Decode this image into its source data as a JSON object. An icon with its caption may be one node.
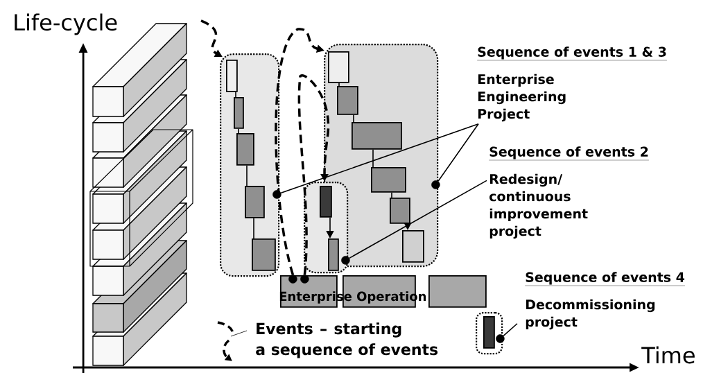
{
  "diagram": {
    "nodes": [
      {
        "text": [
          "Sequence of events 1 & 3",
          "Enterprise Engineering Project"
        ]
      },
      {
        "text": [
          "Sequence of events 2",
          "Redesign/ continuous improvement project"
        ]
      },
      {
        "text": [
          "Sequence of events 4",
          "Decommissioning project"
        ]
      },
      {
        "text": [],
        "shape": "box"
      },
      {
        "text": [],
        "shape": "box"
      },
      {
        "text": [],
        "shape": "box"
      },
      {
        "text": [],
        "shape": "box"
      },
      {
        "text": [],
        "shape": "box"
      },
      {
        "text": [],
        "shape": "box"
      },
      {
        "text": [],
        "shape": "box"
      },
      {
        "text": [],
        "shape": "box",
        "in": 3
      },
      {
        "text": [],
        "shape": "box",
        "in": 3
      },
      {
        "text": [],
        "shape": "box",
        "in": 3
      },
      {
        "text": [],
        "shape": "box",
        "in": 3
      },
      {
        "text": [],
        "shape": "box",
        "in": 3
      },
      {
        "text": [],
        "shape": "box",
        "in": 4
      },
      {
        "text": [],
        "shape": "box",
        "in": 4
      },
      {
        "text": [],
        "shape": "box",
        "in": 4
      },
      {
        "text": [],
        "shape": "box",
        "in": 4
      },
      {
        "text": [],
        "shape": "box",
        "in": 4
      },
      {
        "text": [],
        "shape": "box",
        "in": 4
      },
      {
        "text": [],
        "shape": "box",
        "in": 5
      },
      {
        "text": [],
        "shape": "box",
        "in": 5
      },
      {
        "text": [],
        "shape": "box",
        "in": 6
      },
      {
        "text": [],
        "shape": "circle",
        "in": 7
      },
      {
        "text": [],
        "shape": "circle",
        "in": 7
      },
      {
        "text": [],
        "shape": "circle"
      },
      {
        "text": [],
        "shape": "circle",
        "in": 4
      },
      {
        "text": [],
        "shape": "circle"
      },
      {
        "text": [],
        "shape": "circle"
      }
    ],
    "edges": [
      {
        "from": null,
        "to": 3,
        "arrow": "to",
        "style": "dashed"
      },
      {
        "from": 24,
        "to": 4,
        "arrow": "to",
        "style": "dashed"
      },
      {
        "from": 25,
        "to": 5,
        "arrow": "to",
        "style": "dashed"
      },
      {
        "from": 0,
        "to": 26,
        "arrow": "none"
      },
      {
        "from": 0,
        "to": 28,
        "arrow": "none"
      },
      {
        "from": 1,
        "to": 27,
        "arrow": "none"
      },
      {
        "from": 2,
        "to": 29,
        "arrow": "none"
      },
      {
        "from": 10,
        "to": 11,
        "arrow": "none"
      },
      {
        "from": 11,
        "to": 12,
        "arrow": "none"
      },
      {
        "from": 12,
        "to": 13,
        "arrow": "none"
      },
      {
        "from": 13,
        "to": 14,
        "arrow": "none"
      },
      {
        "from": 15,
        "to": 16,
        "arrow": "none"
      },
      {
        "from": 16,
        "to": 17,
        "arrow": "none"
      },
      {
        "from": 17,
        "to": 18,
        "arrow": "none"
      },
      {
        "from": 18,
        "to": 19,
        "arrow": "none"
      },
      {
        "from": 19,
        "to": 20,
        "arrow": "to"
      },
      {
        "from": 21,
        "to": 22,
        "arrow": "to"
      }
    ],
    "labels": [
      "Life-cycle",
      "Enterprise Operation",
      "Time"
    ],
    "legend": [
      {
        "text": "Events – starting a sequence of events"
      }
    ]
  }
}
